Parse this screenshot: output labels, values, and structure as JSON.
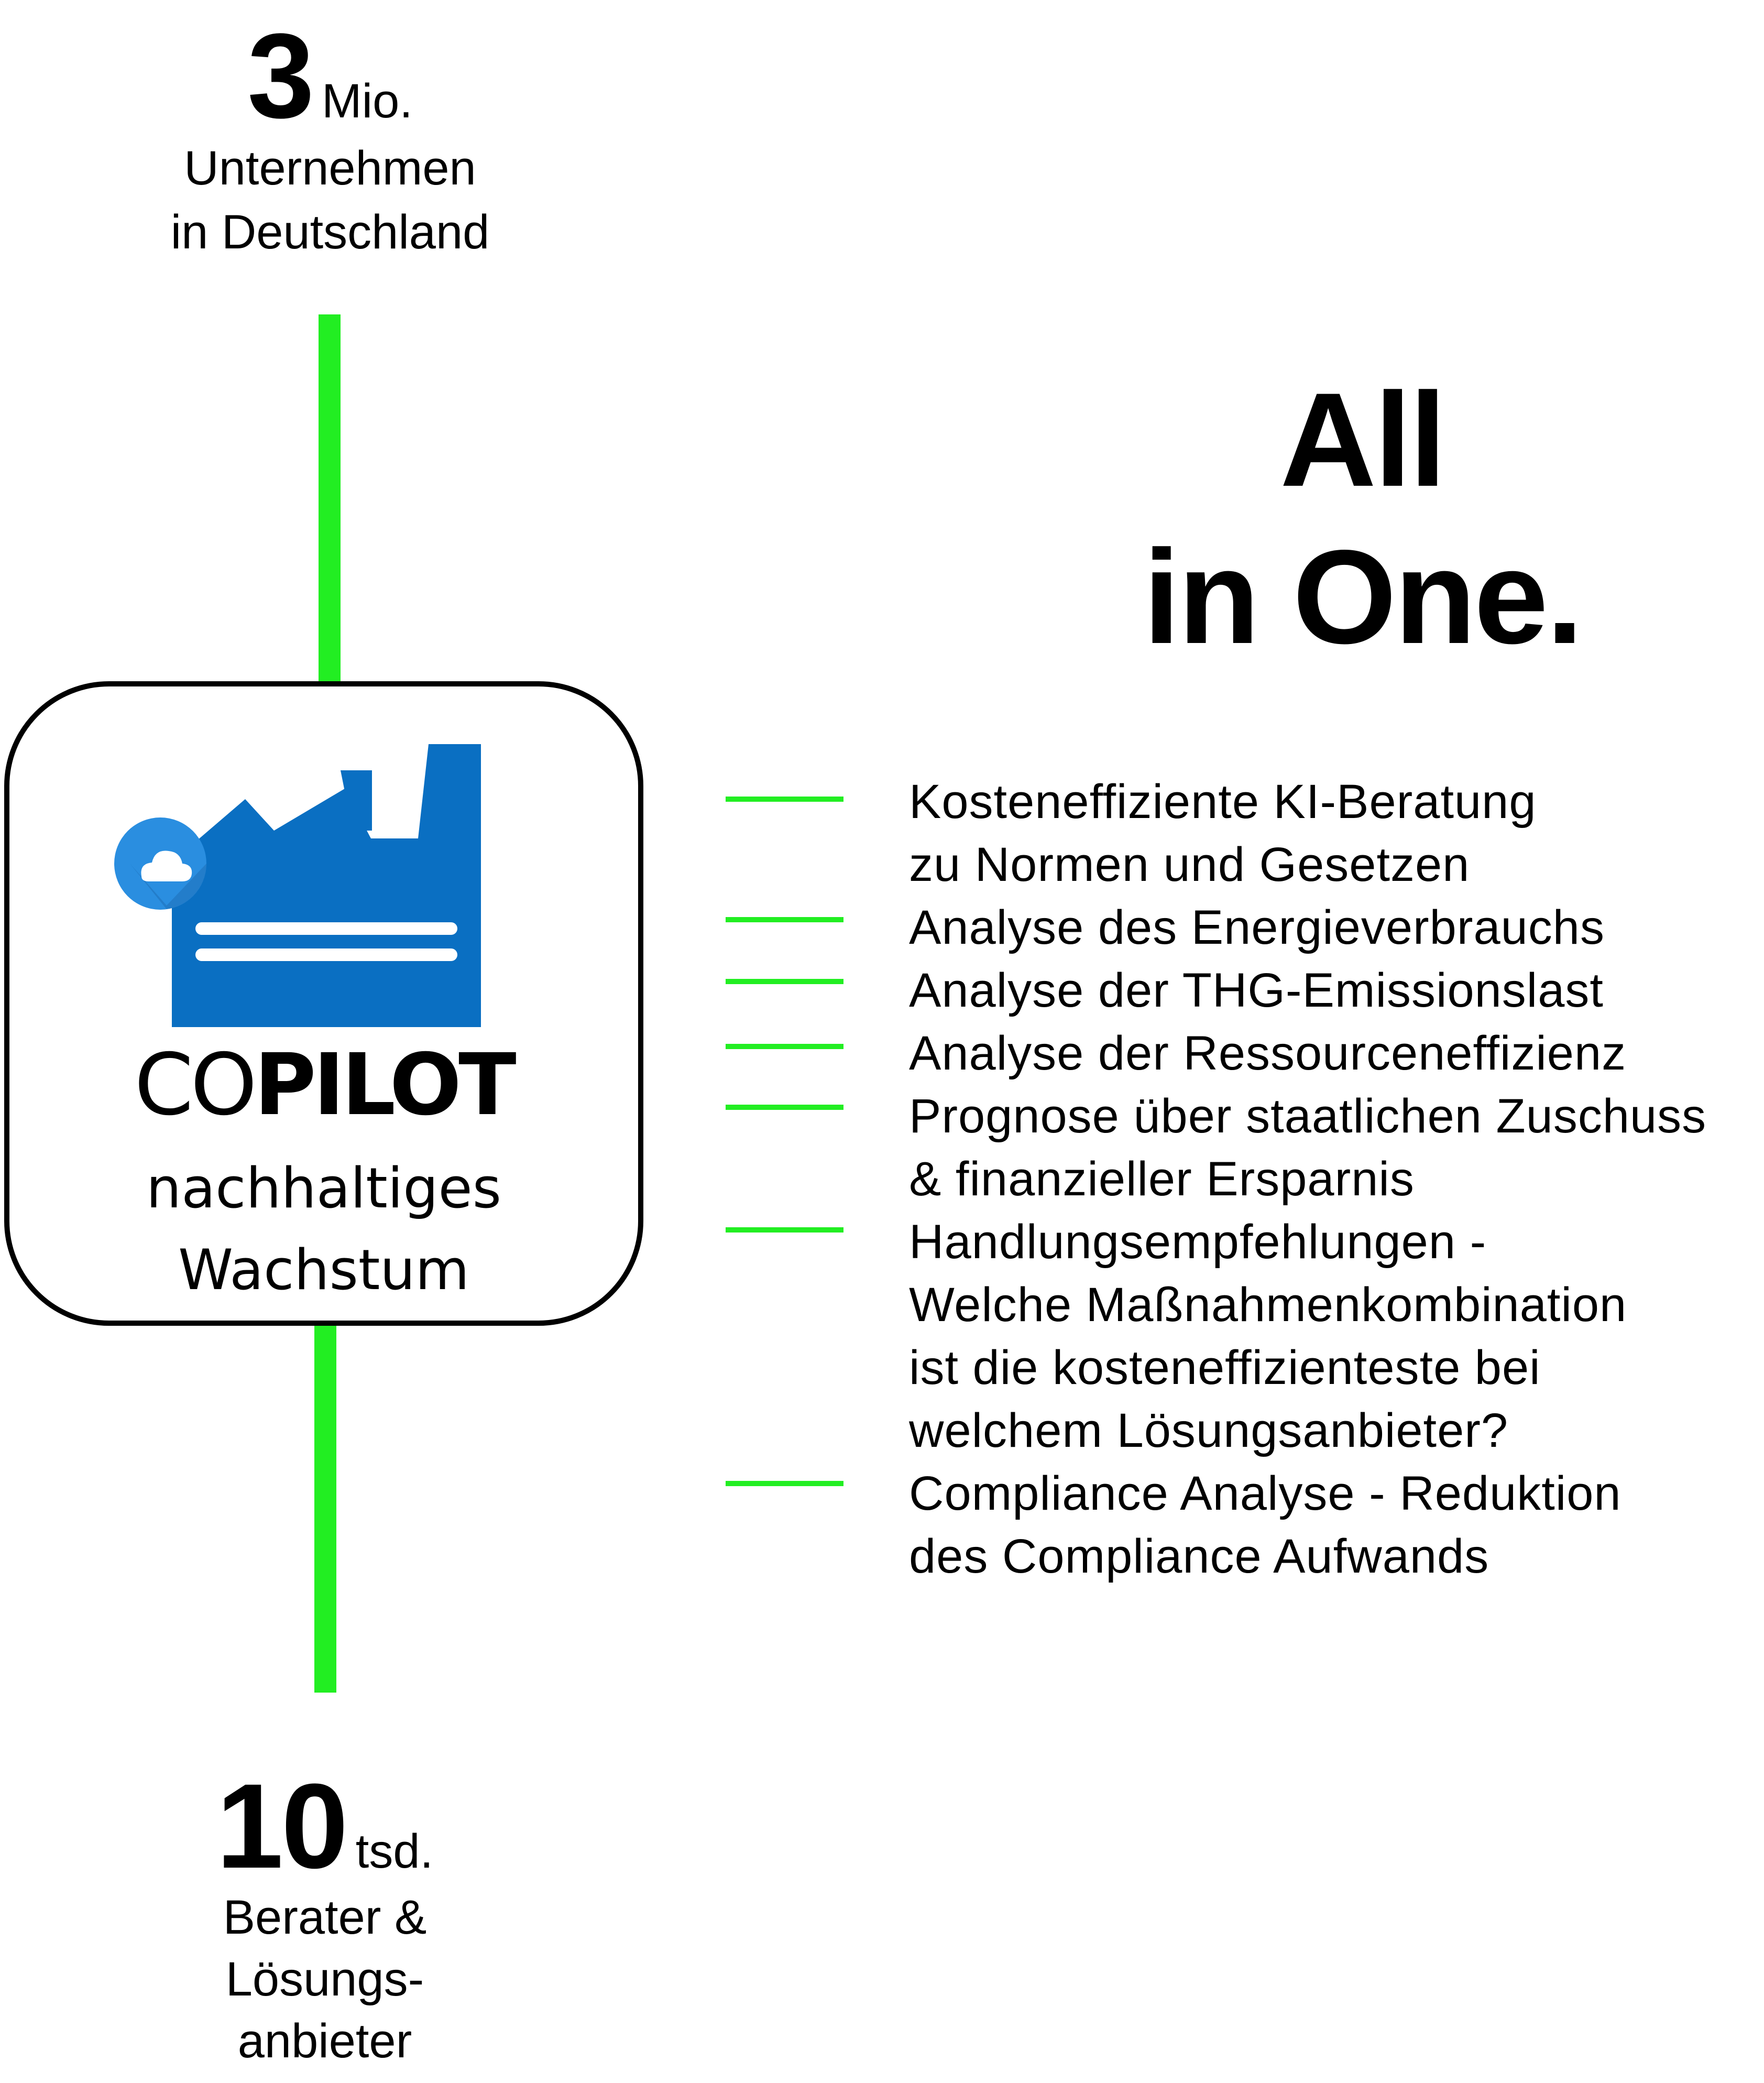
{
  "top_stat": {
    "number": "3",
    "unit": "Mio.",
    "line1": "Unternehmen",
    "line2": "in Deutschland"
  },
  "bottom_stat": {
    "number": "10",
    "unit": "tsd.",
    "line1": "Berater &",
    "line2": "Lösungs-",
    "line3": "anbieter"
  },
  "card": {
    "brand_co": "CO",
    "brand_pilot": "PILOT",
    "subtitle_line1": "nachhaltiges",
    "subtitle_line2": "Wachstum",
    "icon": "factory-cloud-icon"
  },
  "headline": {
    "line1": "All",
    "line2": "in One."
  },
  "features": [
    {
      "lines": [
        "Kosteneffiziente KI-Beratung",
        "zu Normen und Gesetzen"
      ]
    },
    {
      "lines": [
        "Analyse des Energieverbrauchs"
      ]
    },
    {
      "lines": [
        "Analyse der THG-Emissionslast"
      ]
    },
    {
      "lines": [
        "Analyse der Ressourceneffizienz"
      ]
    },
    {
      "lines": [
        "Prognose über staatlichen Zuschuss",
        "& finanzieller Ersparnis"
      ]
    },
    {
      "lines": [
        "Handlungsempfehlungen -",
        "Welche Maßnahmenkombination",
        "ist die kosteneffizienteste bei",
        "welchem Lösungsanbieter?"
      ]
    },
    {
      "lines": [
        "Compliance Analyse - Reduktion",
        "des Compliance Aufwands"
      ]
    }
  ],
  "colors": {
    "accent_green": "#22ee22",
    "icon_blue": "#0a6fc2",
    "cloud_blue": "#2a8ee0",
    "text": "#000000"
  }
}
